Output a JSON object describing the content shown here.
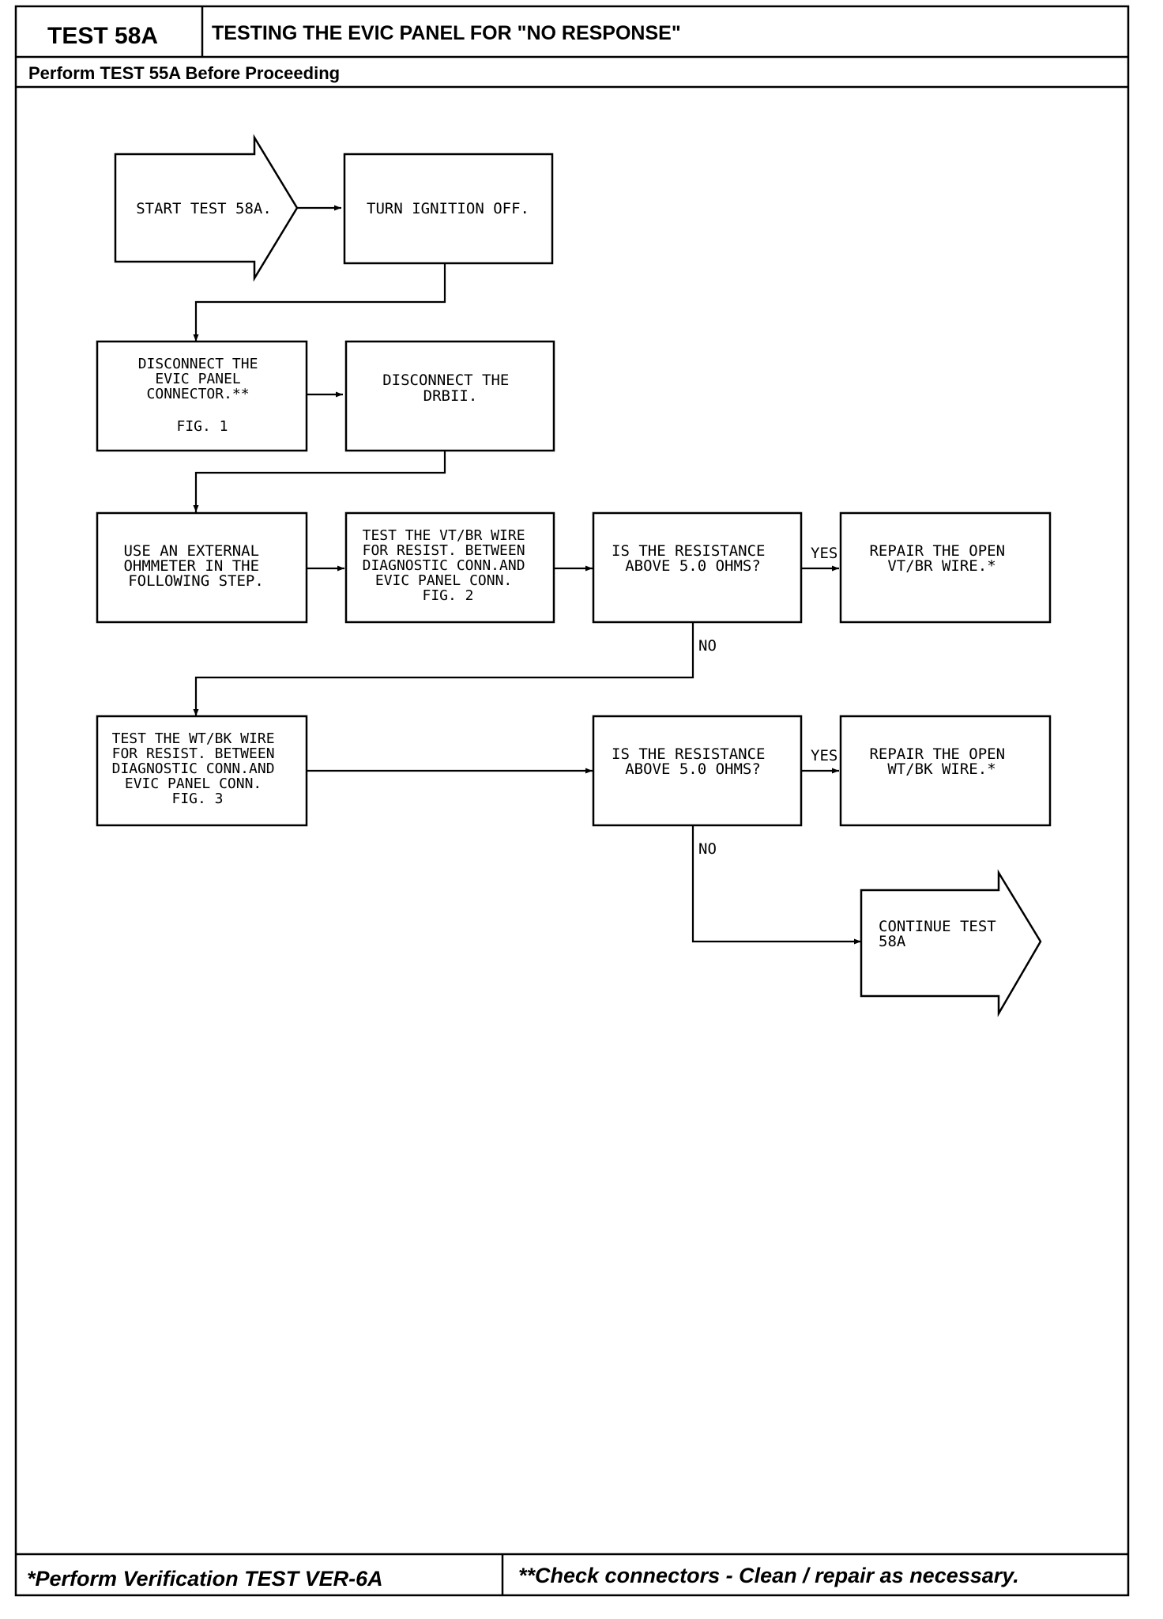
{
  "header": {
    "test_id": "TEST 58A",
    "title": "TESTING THE EVIC PANEL FOR \"NO RESPONSE\"",
    "prereq": "Perform TEST 55A Before Proceeding"
  },
  "footer": {
    "left": "*Perform Verification TEST VER-6A",
    "right": "**Check connectors - Clean / repair as necessary."
  },
  "flow": {
    "start": [
      "START TEST 58A."
    ],
    "ignition_off": [
      "TURN IGNITION OFF."
    ],
    "disconnect_evic": [
      "DISCONNECT THE",
      "EVIC PANEL",
      "CONNECTOR.**"
    ],
    "disconnect_evic_fig": "FIG. 1",
    "disconnect_drb": [
      "DISCONNECT THE",
      "DRBII."
    ],
    "use_ohmmeter": [
      "USE AN EXTERNAL",
      "OHMMETER IN THE",
      "FOLLOWING STEP."
    ],
    "test_vtbr": [
      "TEST THE VT/BR WIRE",
      "FOR RESIST. BETWEEN",
      "DIAGNOSTIC CONN.AND",
      "EVIC PANEL CONN.",
      "FIG. 2"
    ],
    "question_1": [
      "IS THE RESISTANCE",
      "ABOVE 5.0 OHMS?"
    ],
    "repair_vtbr": [
      "REPAIR THE OPEN",
      "VT/BR WIRE.*"
    ],
    "test_wtbk": [
      "TEST THE WT/BK WIRE",
      "FOR RESIST. BETWEEN",
      "DIAGNOSTIC CONN.AND",
      "EVIC PANEL CONN.",
      "FIG. 3"
    ],
    "question_2": [
      "IS THE RESISTANCE",
      "ABOVE 5.0 OHMS?"
    ],
    "repair_wtbk": [
      "REPAIR THE OPEN",
      "WT/BK WIRE.*"
    ],
    "continue": [
      "CONTINUE TEST",
      "58A"
    ],
    "yes_label": "YES",
    "no_label": "NO"
  }
}
